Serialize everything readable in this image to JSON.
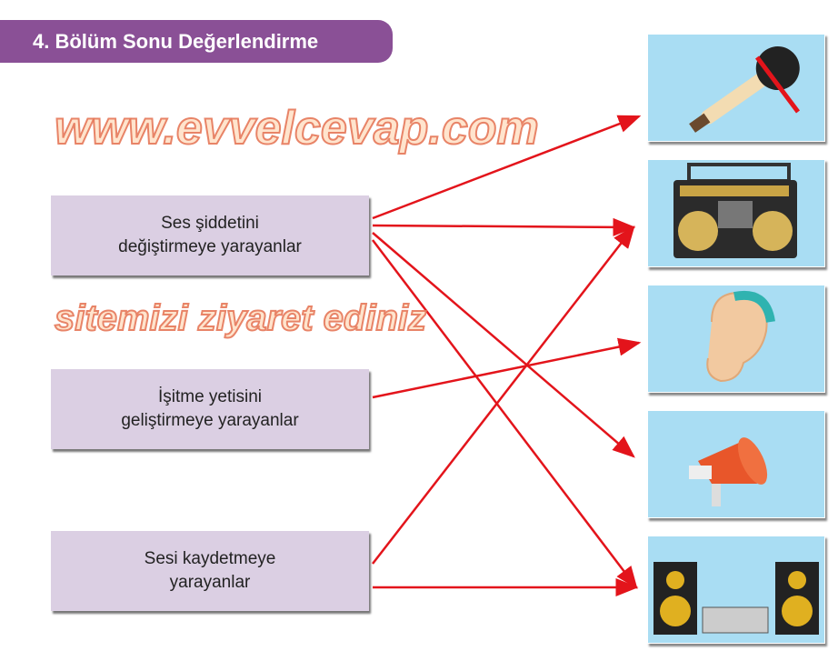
{
  "header": {
    "title": "4. Bölüm Sonu Değerlendirme"
  },
  "categories": [
    {
      "label": "Ses şiddetini\ndeğiştirmeye yarayanlar"
    },
    {
      "label": "İşitme yetisini\ngeliştirmeye yarayanlar"
    },
    {
      "label": "Sesi kaydetmeye\nyarayanlar"
    }
  ],
  "images": [
    {
      "icon": "muted-microphone-icon"
    },
    {
      "icon": "boombox-icon"
    },
    {
      "icon": "hearing-aid-icon"
    },
    {
      "icon": "megaphone-icon"
    },
    {
      "icon": "speaker-system-icon"
    }
  ],
  "matches": [
    [
      0,
      0
    ],
    [
      0,
      1
    ],
    [
      0,
      3
    ],
    [
      0,
      4
    ],
    [
      1,
      2
    ],
    [
      2,
      1
    ],
    [
      2,
      4
    ]
  ],
  "colors": {
    "header": "#8a5096",
    "box": "#dbcfe3",
    "image_bg": "#a9ddf3",
    "arrow": "#e3141b"
  },
  "watermark": {
    "site": "www.evvelcevap.com",
    "note": "sitemizi ziyaret ediniz"
  }
}
